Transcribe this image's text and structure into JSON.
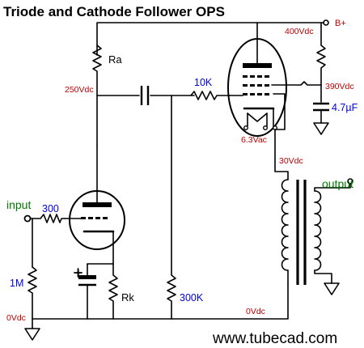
{
  "title": "Triode and Cathode Follower OPS",
  "labels": {
    "b_plus": "B+",
    "v400": "400Vdc",
    "v390": "390Vdc",
    "v250": "250Vdc",
    "v30": "30Vdc",
    "v0_right": "0Vdc",
    "v0_left": "0Vdc",
    "heater": "6.3Vac",
    "cap": "4.7µF",
    "r10k": "10K",
    "r300": "300",
    "r1m": "1M",
    "r300k": "300K",
    "ra": "Ra",
    "rk": "Rk",
    "input": "input",
    "output": "output",
    "website": "www.tubecad.com"
  },
  "colors": {
    "voltage": "#c00000",
    "value": "#0000e0",
    "port": "#007a00",
    "wire": "#000000"
  }
}
